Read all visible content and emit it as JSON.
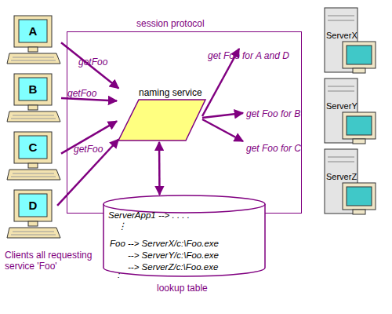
{
  "diagram": {
    "nodes": [
      {
        "text": [
          "A"
        ]
      },
      {
        "text": [
          "B"
        ]
      },
      {
        "text": [
          "C"
        ]
      },
      {
        "text": [
          "D"
        ]
      },
      {
        "text": [
          "session protocol"
        ]
      },
      {
        "text": [
          "naming service"
        ],
        "in": 4
      },
      {
        "text": [
          "ServerApp1 --> . . . .",
          "⋮",
          "Foo --> ServerX/c:\\Foo.exe",
          "--> ServerY/c:\\Foo.exe",
          "--> ServerZ/c:\\Foo.exe",
          ":",
          "lookup table"
        ]
      },
      {
        "text": [
          "ServerX"
        ]
      },
      {
        "text": [
          "ServerY"
        ]
      },
      {
        "text": [
          "ServerZ"
        ]
      }
    ],
    "edges": [
      {
        "from": 0,
        "to": 5,
        "label": "getFoo",
        "arrow": "to"
      },
      {
        "from": 1,
        "to": 5,
        "label": "getFoo",
        "arrow": "to"
      },
      {
        "from": 2,
        "to": 5,
        "label": "getFoo",
        "arrow": "to"
      },
      {
        "from": 3,
        "to": 5,
        "arrow": "to"
      },
      {
        "from": 5,
        "to": 6,
        "arrow": "both"
      }
    ],
    "labels": [
      "get Foo for A and D",
      "get Foo for B",
      "get Foo for C",
      "Clients all requesting service 'Foo'"
    ]
  }
}
